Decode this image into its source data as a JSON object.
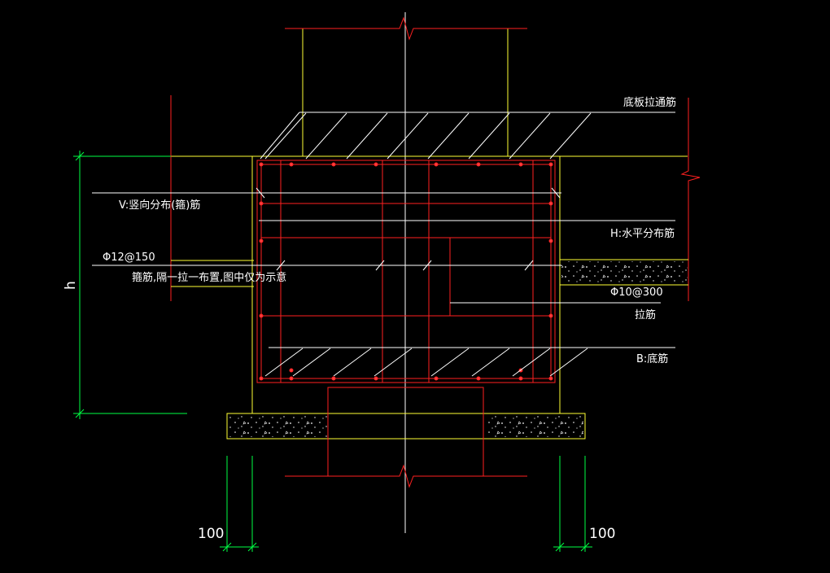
{
  "colors": {
    "background": "#000000",
    "concrete_outline": "#ffff33",
    "rebar": "#ff2020",
    "centerline": "#ffffff",
    "dimension": "#00ff44",
    "leader": "#ffffff",
    "text": "#ffffff"
  },
  "labels": {
    "top_through_bar": "底板拉通筋",
    "vertical_dist_bar": "V:竖向分布(箍)筋",
    "horizontal_dist_bar": "H:水平分布筋",
    "stirrup_spec": "Φ12@150",
    "stirrup_note": "箍筋,隔一拉一布置,图中仅为示意",
    "tie_spec": "Φ10@300",
    "tie_bar": "拉筋",
    "bottom_bar": "B:底筋"
  },
  "dimensions": {
    "height_label": "h",
    "left_cover": "100",
    "right_cover": "100"
  }
}
